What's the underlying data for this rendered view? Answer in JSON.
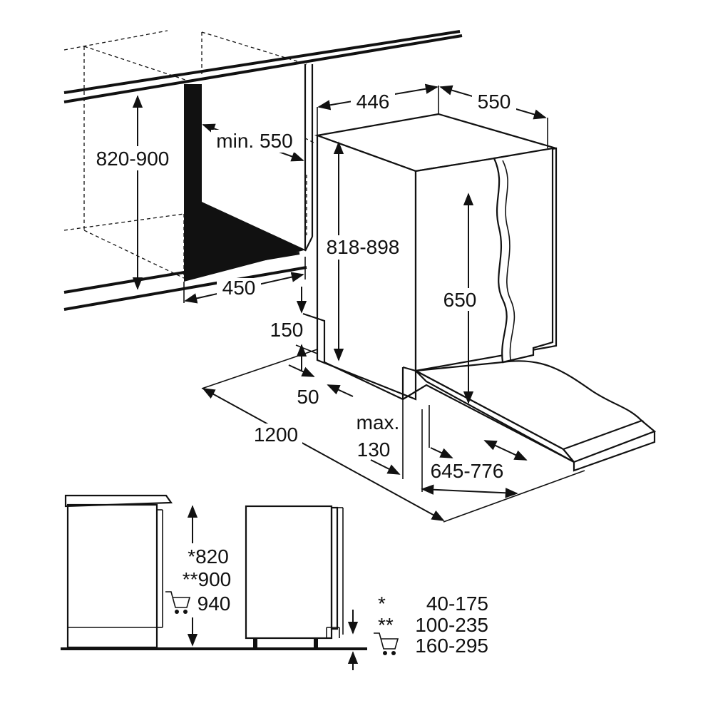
{
  "colors": {
    "line": "#111111",
    "background": "#ffffff"
  },
  "icons": {
    "cart": "shopping-cart-icon"
  },
  "niche": {
    "height": "820-900",
    "min_depth": "min. 550",
    "width": "450"
  },
  "appliance": {
    "width": "446",
    "depth": "550",
    "height": "818-898",
    "door_height": "650",
    "plinth_height": "150",
    "plinth_depth": "50",
    "door_clearance": "1200",
    "max_label": "max.",
    "max_value": "130",
    "door_panel_depth": "645-776"
  },
  "heights": {
    "h1": "*820",
    "h2": "**900",
    "h3": "940"
  },
  "legend": [
    {
      "mark": "*",
      "value": "40-175"
    },
    {
      "mark": "**",
      "value": "100-235"
    },
    {
      "mark": "",
      "value": "160-295"
    }
  ]
}
